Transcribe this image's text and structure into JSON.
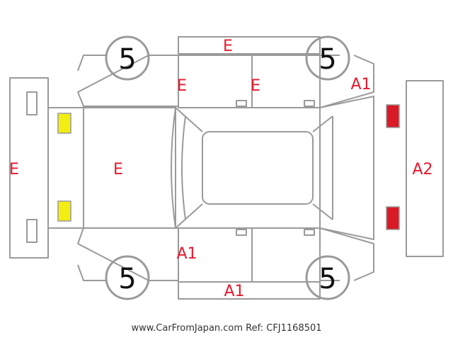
{
  "colors": {
    "outline": "#9a9a9a",
    "label": "#e8182d",
    "yellow": "#f2ee12",
    "red": "#d81b26"
  },
  "wheels": [
    "5",
    "5",
    "5",
    "5"
  ],
  "labels": {
    "top_bumper": "E",
    "upper_left_door": "E",
    "upper_right_door": "E",
    "upper_right_fender": "A1",
    "front_bumper": "E",
    "hood": "E",
    "rear_bumper": "A2",
    "lower_left_door": "A1",
    "bottom_bumper": "A1"
  },
  "footer": "www.CarFromJapan.com Ref: CFJ1168501"
}
